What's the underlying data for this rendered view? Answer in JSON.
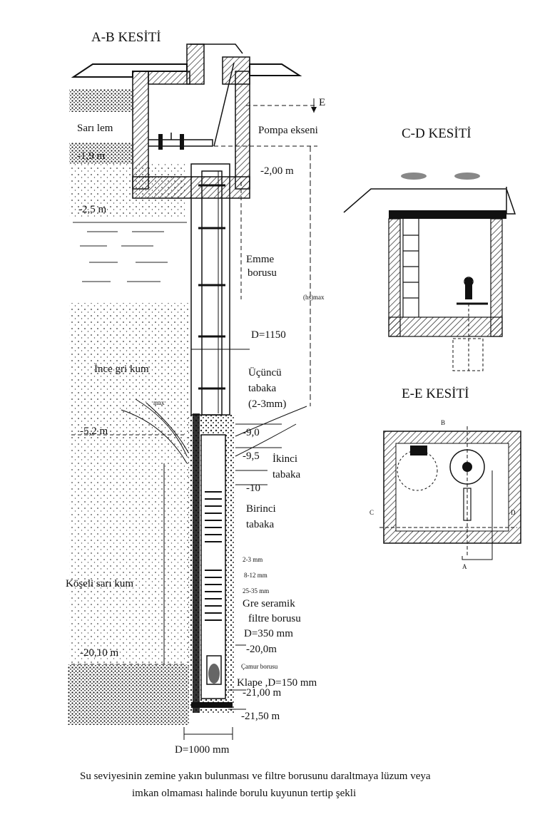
{
  "titles": {
    "ab": "A-B KESİTİ",
    "cd": "C-D KESİTİ",
    "ee": "E-E KESİTİ"
  },
  "labels": {
    "sari_lem": "Sarı lem",
    "pompa_ekseni": "Pompa ekseni",
    "e_mark": "E",
    "emme": "Emme",
    "borusu": "borusu",
    "hs_max": "(hs)max",
    "d1150": "D=1150",
    "ince_gri_kum": "İnce gri kum",
    "ucuncu": "Üçüncü",
    "tabaka": "tabaka",
    "tabaka_size": "(2-3mm)",
    "max": "max",
    "ikinci": "İkinci",
    "birinci": "Birinci",
    "koseli": "Köşeli sarı kum",
    "gre": "Gre seramik",
    "filtre": "filtre borusu",
    "d350": "D=350 mm",
    "camur": "Çamur borusu",
    "klape": "Klape ,D=150 mm",
    "d1000": "D=1000 mm",
    "b_mark": "B",
    "a_mark": "A",
    "c_mark": "C",
    "d_mark": "D"
  },
  "depths": {
    "d19": "-1,9 m",
    "d20": "-2,00 m",
    "d25": "-2,5 m",
    "d52": "-5,2 m",
    "d90": "-9,0",
    "d95": "-9,5",
    "d10": "-10",
    "d2010": "-20,10 m",
    "d200": "-20,0m",
    "d2100": "-21,00 m",
    "d2150": "-21,50 m"
  },
  "grains": {
    "g1": "2-3 mm",
    "g2": "8-12 mm",
    "g3": "25-35 mm"
  },
  "caption": {
    "line1": "Su seviyesinin zemine yakın bulunması ve filtre borusunu daraltmaya lüzum veya",
    "line2": "imkan olmaması halinde borulu kuyunun tertip şekli"
  }
}
